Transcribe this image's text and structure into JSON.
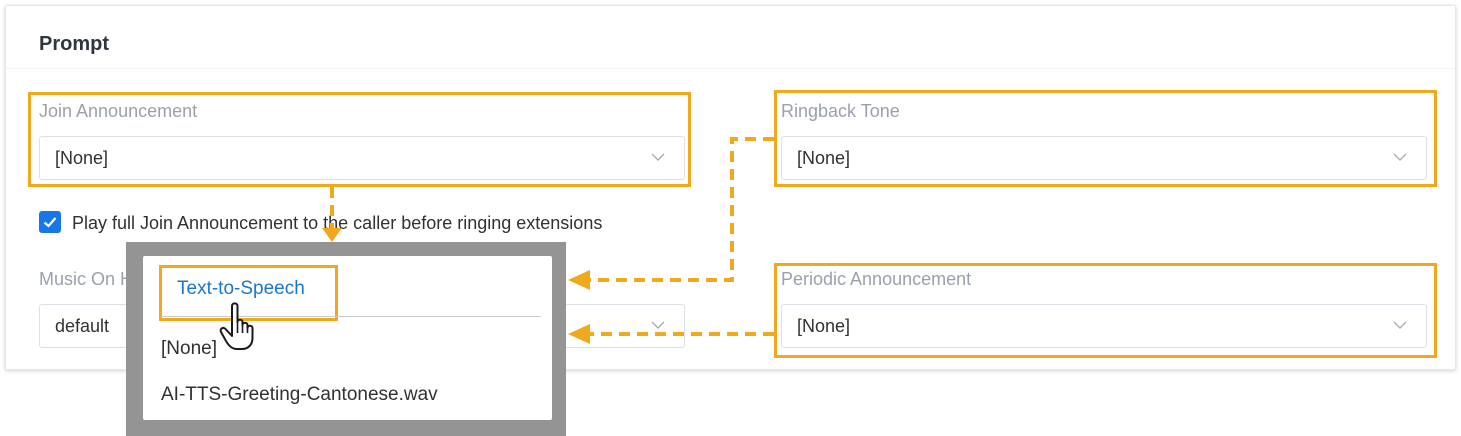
{
  "card": {
    "title": "Prompt"
  },
  "fields": {
    "join_announcement": {
      "label": "Join Announcement",
      "value": "[None]"
    },
    "ringback_tone": {
      "label": "Ringback Tone",
      "value": "[None]"
    },
    "music_on_hold": {
      "label": "Music On Ho",
      "value": "default"
    },
    "periodic_announcement": {
      "label": "Periodic Announcement",
      "value": "[None]"
    }
  },
  "checkbox": {
    "checked": true,
    "label": "Play full Join Announcement to the caller before ringing extensions"
  },
  "dropdown": {
    "options": [
      "Text-to-Speech",
      "[None]",
      "AI-TTS-Greeting-Cantonese.wav"
    ]
  },
  "colors": {
    "highlight": "#f0a81c",
    "accent": "#1877e8",
    "link": "#1b76cf",
    "overlay": "#949494"
  },
  "icons": {
    "select_caret": "chevron-down-icon",
    "checkbox": "checkmark-icon",
    "cursor": "hand-pointer-icon"
  }
}
